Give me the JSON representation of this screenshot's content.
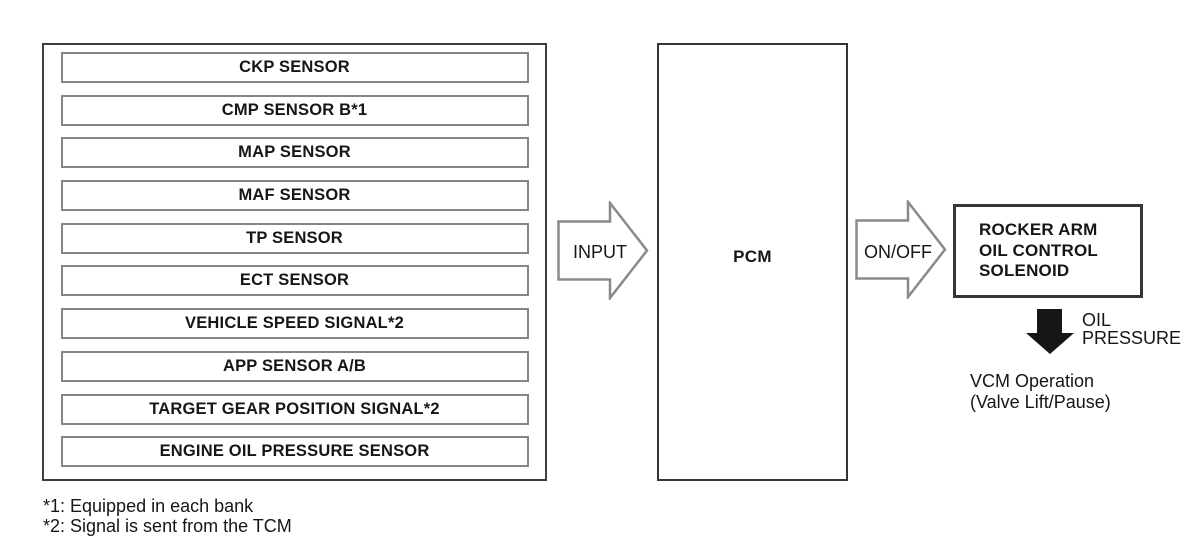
{
  "diagram": {
    "title_context": "PCM VCM control block diagram",
    "sensor_panel": {
      "items": [
        "CKP SENSOR",
        "CMP SENSOR B*1",
        "MAP SENSOR",
        "MAF SENSOR",
        "TP SENSOR",
        "ECT SENSOR",
        "VEHICLE SPEED SIGNAL*2",
        "APP SENSOR A/B",
        "TARGET GEAR POSITION SIGNAL*2",
        "ENGINE OIL PRESSURE SENSOR"
      ]
    },
    "input_arrow": {
      "label": "INPUT"
    },
    "pcm_box": {
      "label": "PCM"
    },
    "onoff_arrow": {
      "label": "ON/OFF"
    },
    "solenoid_box": {
      "label": "ROCKER ARM OIL CONTROL SOLENOID",
      "lines": [
        "ROCKER ARM",
        "OIL CONTROL",
        "SOLENOID"
      ]
    },
    "oil_pressure": {
      "label": "OIL PRESSURE",
      "lines": [
        "OIL",
        "PRESSURE"
      ]
    },
    "vcm_operation": {
      "label": "VCM Operation (Valve Lift/Pause)",
      "lines": [
        "VCM Operation",
        "(Valve Lift/Pause)"
      ]
    },
    "footnotes": [
      "*1: Equipped in each bank",
      "*2: Signal is sent from the TCM"
    ],
    "colors": {
      "background": "#ffffff",
      "outer_border": "#3e3e3e",
      "inner_border": "#858585",
      "box_border": "#363636",
      "arrow_outline": "#8a8a8a",
      "solid_arrow": "#161616",
      "text": "#161616"
    }
  }
}
